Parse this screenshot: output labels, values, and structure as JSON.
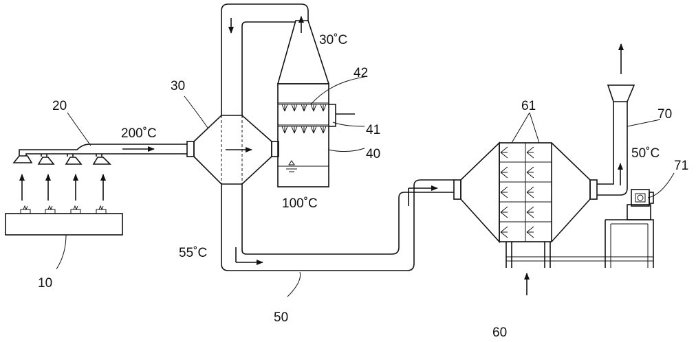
{
  "labels": {
    "n10": "10",
    "n20": "20",
    "n30": "30",
    "n40": "40",
    "n41": "41",
    "n42": "42",
    "n50": "50",
    "n60": "60",
    "n61": "61",
    "n70": "70",
    "n71": "71"
  },
  "temperatures": {
    "t200": "200˚C",
    "t30": "30˚C",
    "t100": "100˚C",
    "t55": "55˚C",
    "t50": "50˚C"
  }
}
